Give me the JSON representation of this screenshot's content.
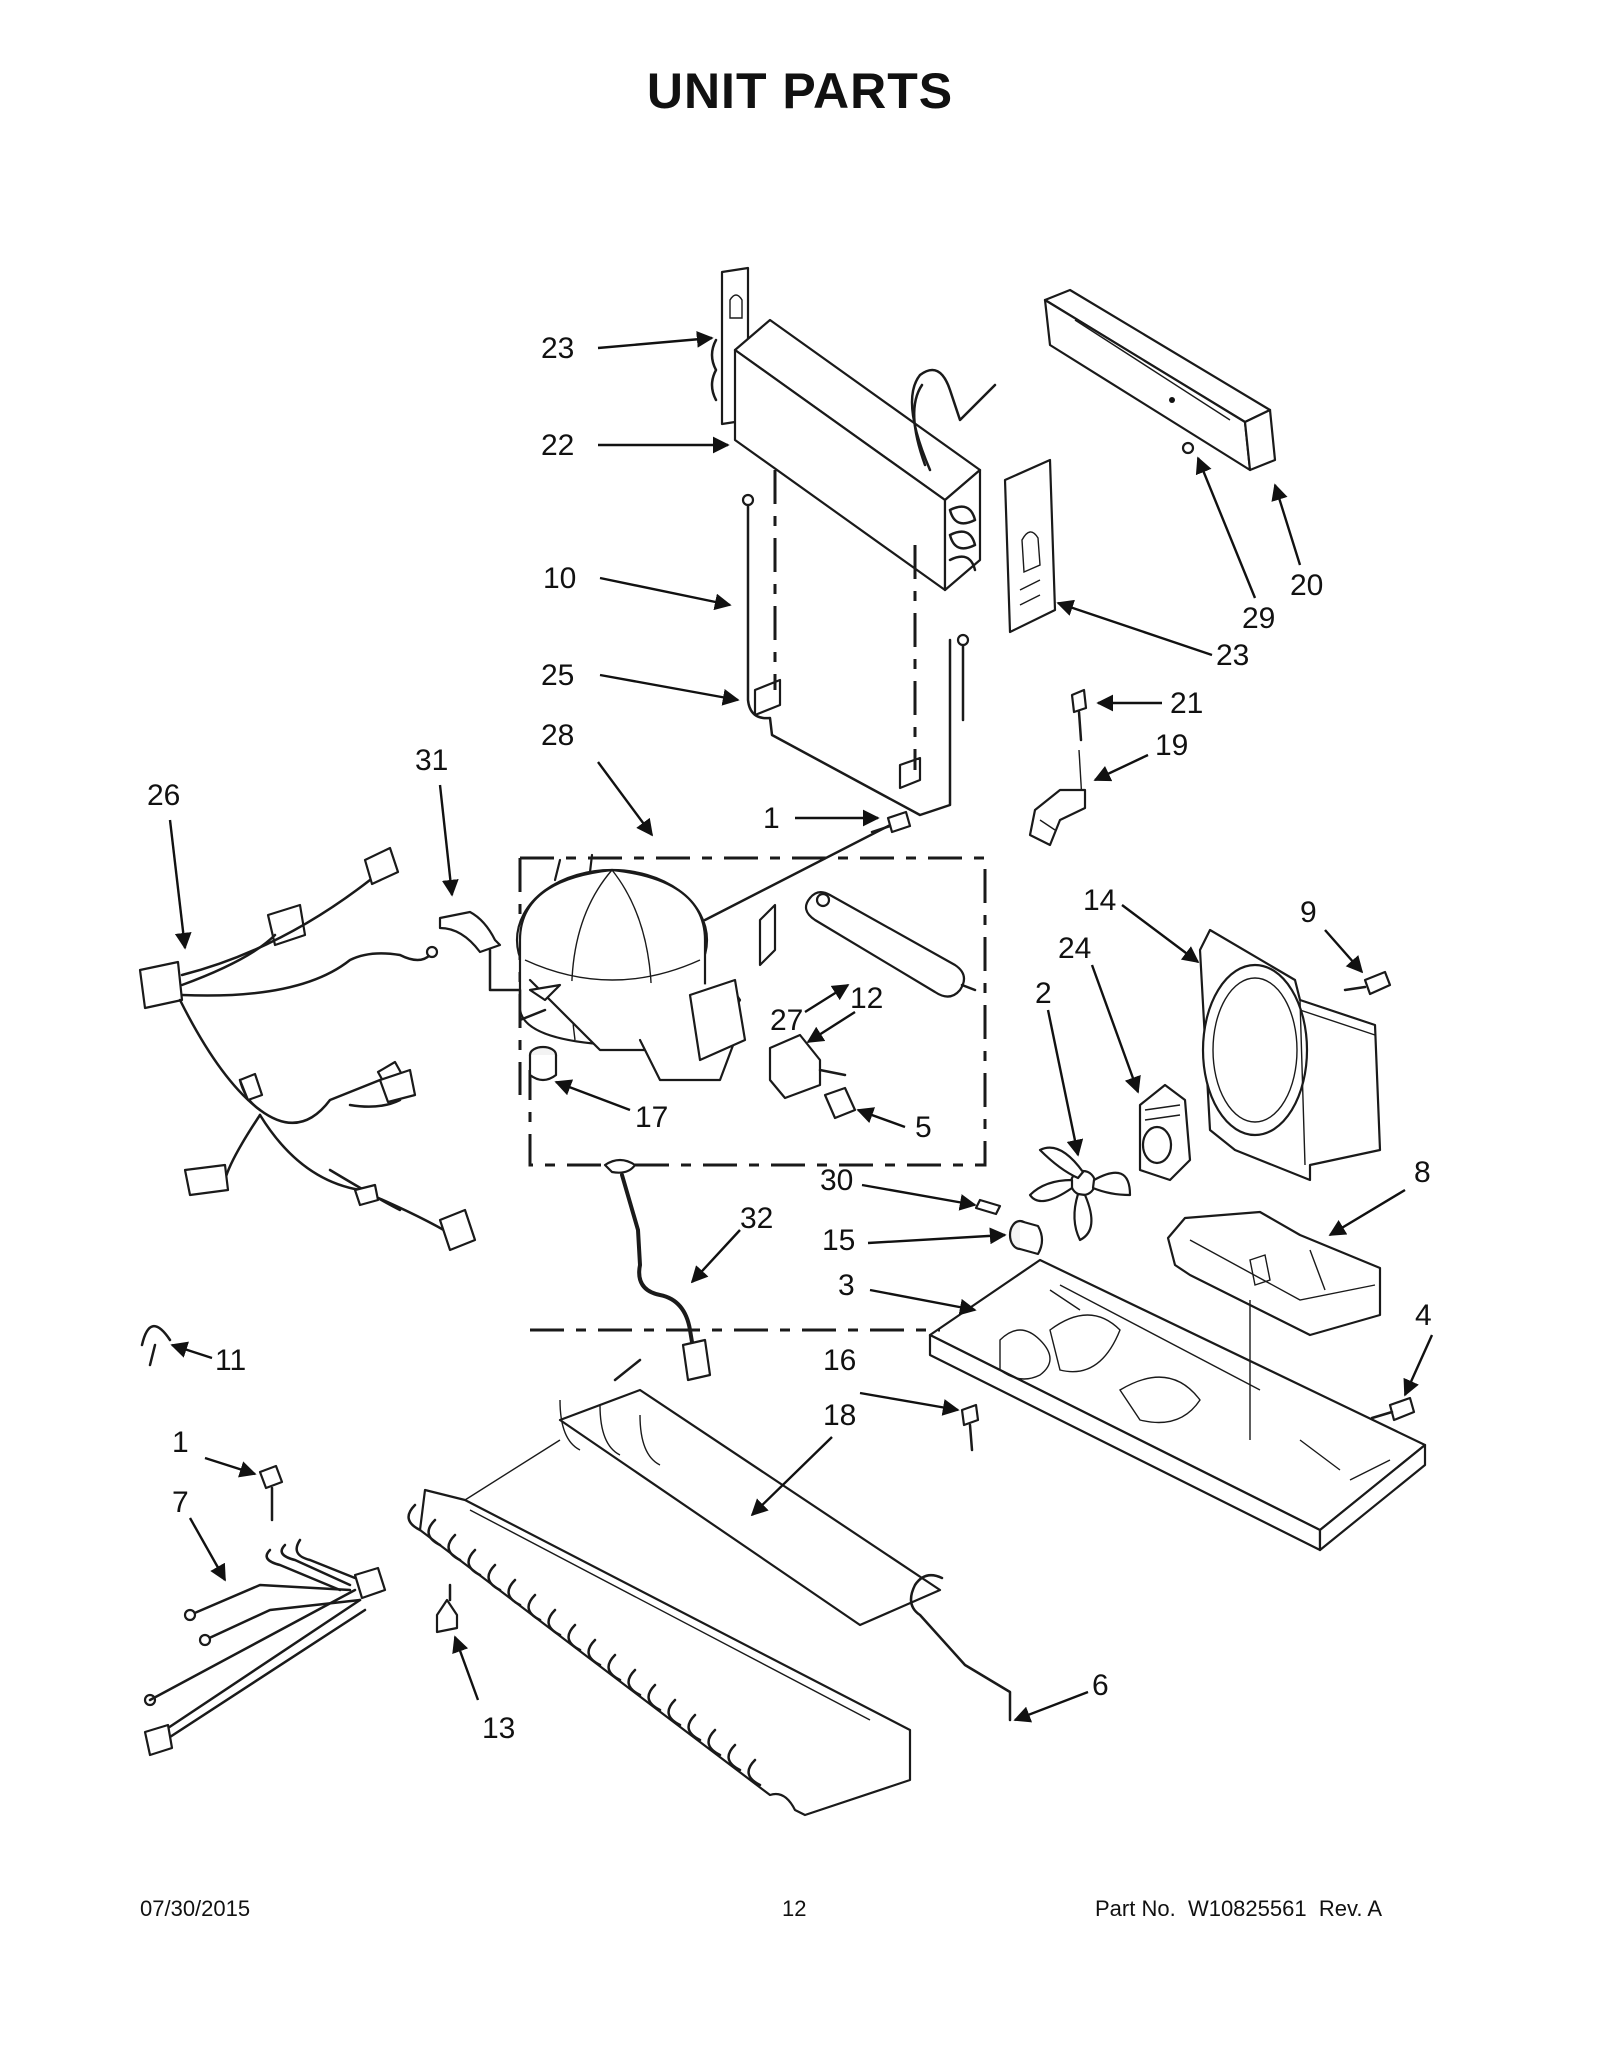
{
  "title": "UNIT PARTS",
  "footer": {
    "date": "07/30/2015",
    "page_number": "12",
    "part_label": "Part No.",
    "part_number": "W10825561",
    "revision": "Rev. A"
  },
  "callouts": [
    {
      "id": "c23a",
      "label": "23"
    },
    {
      "id": "c22",
      "label": "22"
    },
    {
      "id": "c10",
      "label": "10"
    },
    {
      "id": "c25",
      "label": "25"
    },
    {
      "id": "c28",
      "label": "28"
    },
    {
      "id": "c31",
      "label": "31"
    },
    {
      "id": "c26",
      "label": "26"
    },
    {
      "id": "c1a",
      "label": "1"
    },
    {
      "id": "c27",
      "label": "27"
    },
    {
      "id": "c12",
      "label": "12"
    },
    {
      "id": "c17",
      "label": "17"
    },
    {
      "id": "c5",
      "label": "5"
    },
    {
      "id": "c20",
      "label": "20"
    },
    {
      "id": "c29",
      "label": "29"
    },
    {
      "id": "c23b",
      "label": "23"
    },
    {
      "id": "c21",
      "label": "21"
    },
    {
      "id": "c19",
      "label": "19"
    },
    {
      "id": "c14",
      "label": "14"
    },
    {
      "id": "c9",
      "label": "9"
    },
    {
      "id": "c24",
      "label": "24"
    },
    {
      "id": "c2",
      "label": "2"
    },
    {
      "id": "c30",
      "label": "30"
    },
    {
      "id": "c32",
      "label": "32"
    },
    {
      "id": "c15",
      "label": "15"
    },
    {
      "id": "c8",
      "label": "8"
    },
    {
      "id": "c3",
      "label": "3"
    },
    {
      "id": "c4",
      "label": "4"
    },
    {
      "id": "c11",
      "label": "11"
    },
    {
      "id": "c16",
      "label": "16"
    },
    {
      "id": "c18",
      "label": "18"
    },
    {
      "id": "c1b",
      "label": "1"
    },
    {
      "id": "c7",
      "label": "7"
    },
    {
      "id": "c6",
      "label": "6"
    },
    {
      "id": "c13",
      "label": "13"
    }
  ]
}
